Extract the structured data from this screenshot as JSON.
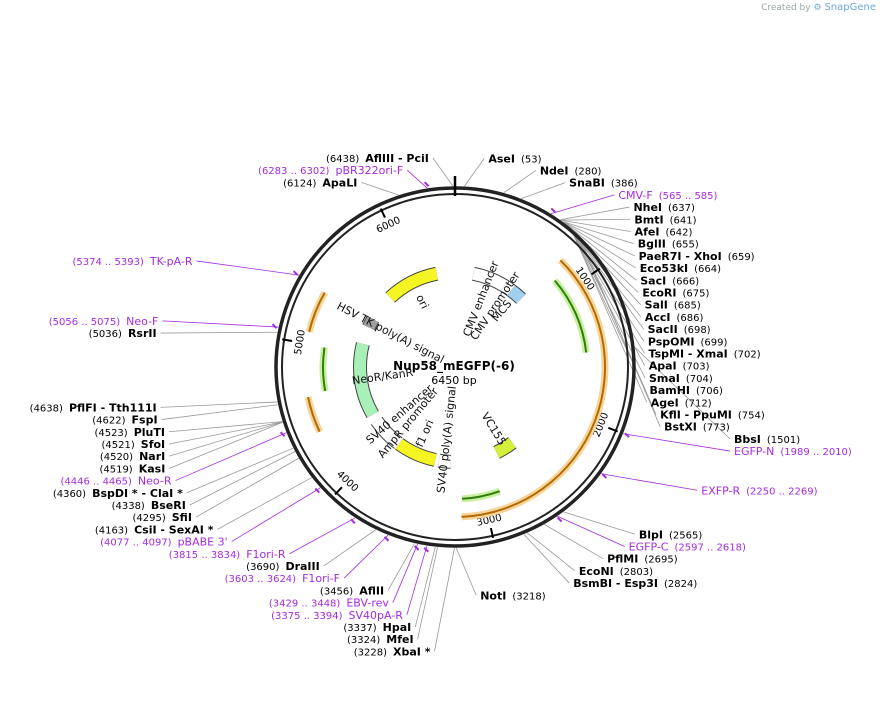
{
  "credit": {
    "text": "Created by",
    "brand": "SnapGene"
  },
  "plasmid": {
    "name": "Nup58_mEGFP(-6)",
    "length_label": "6450 bp",
    "length": 6450
  },
  "ticks": [
    {
      "pos": 1000,
      "label": "1000"
    },
    {
      "pos": 2000,
      "label": "2000"
    },
    {
      "pos": 3000,
      "label": "3000"
    },
    {
      "pos": 4000,
      "label": "4000"
    },
    {
      "pos": 5000,
      "label": "5000"
    },
    {
      "pos": 6000,
      "label": "6000"
    }
  ],
  "enzymes": [
    {
      "name": "AseI",
      "pos": "(53)",
      "site": 53,
      "side": "R"
    },
    {
      "name": "NdeI",
      "pos": "(280)",
      "site": 280,
      "side": "R"
    },
    {
      "name": "SnaBI",
      "pos": "(386)",
      "site": 386,
      "side": "R"
    },
    {
      "name": "NheI",
      "pos": "(637)",
      "site": 637,
      "side": "R"
    },
    {
      "name": "BmtI",
      "pos": "(641)",
      "site": 641,
      "side": "R"
    },
    {
      "name": "AfeI",
      "pos": "(642)",
      "site": 642,
      "side": "R"
    },
    {
      "name": "BglII",
      "pos": "(655)",
      "site": 655,
      "side": "R"
    },
    {
      "name": "PaeR7I - XhoI",
      "pos": "(659)",
      "site": 659,
      "side": "R"
    },
    {
      "name": "Eco53kI",
      "pos": "(664)",
      "site": 664,
      "side": "R"
    },
    {
      "name": "SacI",
      "pos": "(666)",
      "site": 666,
      "side": "R"
    },
    {
      "name": "EcoRI",
      "pos": "(675)",
      "site": 675,
      "side": "R"
    },
    {
      "name": "SalI",
      "pos": "(685)",
      "site": 685,
      "side": "R"
    },
    {
      "name": "AccI",
      "pos": "(686)",
      "site": 686,
      "side": "R"
    },
    {
      "name": "SacII",
      "pos": "(698)",
      "site": 698,
      "side": "R"
    },
    {
      "name": "PspOMI",
      "pos": "(699)",
      "site": 699,
      "side": "R"
    },
    {
      "name": "TspMI - XmaI",
      "pos": "(702)",
      "site": 702,
      "side": "R"
    },
    {
      "name": "ApaI",
      "pos": "(703)",
      "site": 703,
      "side": "R"
    },
    {
      "name": "SmaI",
      "pos": "(704)",
      "site": 704,
      "side": "R"
    },
    {
      "name": "BamHI",
      "pos": "(706)",
      "site": 706,
      "side": "R"
    },
    {
      "name": "AgeI",
      "pos": "(712)",
      "site": 712,
      "side": "R"
    },
    {
      "name": "KflI - PpuMI",
      "pos": "(754)",
      "site": 754,
      "side": "R"
    },
    {
      "name": "BstXI",
      "pos": "(773)",
      "site": 773,
      "side": "R"
    },
    {
      "name": "BbsI",
      "pos": "(1501)",
      "site": 1501,
      "side": "R"
    },
    {
      "name": "BlpI",
      "pos": "(2565)",
      "site": 2565,
      "side": "R"
    },
    {
      "name": "PflMI",
      "pos": "(2695)",
      "site": 2695,
      "side": "R"
    },
    {
      "name": "EcoNI",
      "pos": "(2803)",
      "site": 2803,
      "side": "R"
    },
    {
      "name": "BsmBI - Esp3I",
      "pos": "(2824)",
      "site": 2824,
      "side": "R"
    },
    {
      "name": "NotI",
      "pos": "(3218)",
      "site": 3218,
      "side": "R"
    },
    {
      "name": "XbaI *",
      "pos": "(3228)",
      "site": 3228,
      "side": "L"
    },
    {
      "name": "MfeI",
      "pos": "(3324)",
      "site": 3324,
      "side": "L"
    },
    {
      "name": "HpaI",
      "pos": "(3337)",
      "site": 3337,
      "side": "L"
    },
    {
      "name": "AflII",
      "pos": "(3456)",
      "site": 3456,
      "side": "L"
    },
    {
      "name": "DraIII",
      "pos": "(3690)",
      "site": 3690,
      "side": "L"
    },
    {
      "name": "CsiI - SexAI *",
      "pos": "(4163)",
      "site": 4163,
      "side": "L"
    },
    {
      "name": "SfiI",
      "pos": "(4295)",
      "site": 4295,
      "side": "L"
    },
    {
      "name": "BseRI",
      "pos": "(4338)",
      "site": 4338,
      "side": "L"
    },
    {
      "name": "BspDI * - ClaI *",
      "pos": "(4360)",
      "site": 4360,
      "side": "L"
    },
    {
      "name": "KasI",
      "pos": "(4519)",
      "site": 4519,
      "side": "L"
    },
    {
      "name": "NarI",
      "pos": "(4520)",
      "site": 4520,
      "side": "L"
    },
    {
      "name": "SfoI",
      "pos": "(4521)",
      "site": 4521,
      "side": "L"
    },
    {
      "name": "PluTI",
      "pos": "(4523)",
      "site": 4523,
      "side": "L"
    },
    {
      "name": "FspI",
      "pos": "(4622)",
      "site": 4622,
      "side": "L"
    },
    {
      "name": "PflFI - Tth111I",
      "pos": "(4638)",
      "site": 4638,
      "side": "L"
    },
    {
      "name": "RsrII",
      "pos": "(5036)",
      "site": 5036,
      "side": "L"
    },
    {
      "name": "ApaLI",
      "pos": "(6124)",
      "site": 6124,
      "side": "L"
    },
    {
      "name": "AflIII - PciI",
      "pos": "(6438)",
      "site": 6438,
      "side": "L"
    }
  ],
  "primers": [
    {
      "name": "CMV-F",
      "pos": "(565 .. 585)",
      "site": 575,
      "side": "R"
    },
    {
      "name": "EGFP-N",
      "pos": "(1989 .. 2010)",
      "site": 2000,
      "side": "R"
    },
    {
      "name": "EXFP-R",
      "pos": "(2250 .. 2269)",
      "site": 2260,
      "side": "R"
    },
    {
      "name": "EGFP-C",
      "pos": "(2597 .. 2618)",
      "site": 2608,
      "side": "R"
    },
    {
      "name": "SV40pA-R",
      "pos": "(3375 .. 3394)",
      "site": 3385,
      "side": "L"
    },
    {
      "name": "EBV-rev",
      "pos": "(3429 .. 3448)",
      "site": 3439,
      "side": "L"
    },
    {
      "name": "F1ori-F",
      "pos": "(3603 .. 3624)",
      "site": 3614,
      "side": "L"
    },
    {
      "name": "F1ori-R",
      "pos": "(3815 .. 3834)",
      "site": 3825,
      "side": "L"
    },
    {
      "name": "pBABE 3'",
      "pos": "(4077 .. 4097)",
      "site": 4087,
      "side": "L"
    },
    {
      "name": "Neo-R",
      "pos": "(4446 .. 4465)",
      "site": 4456,
      "side": "L"
    },
    {
      "name": "Neo-F",
      "pos": "(5056 .. 5075)",
      "site": 5066,
      "side": "L"
    },
    {
      "name": "TK-pA-R",
      "pos": "(5374 .. 5393)",
      "site": 5384,
      "side": "L"
    },
    {
      "name": "pBR322ori-F",
      "pos": "(6283 .. 6302)",
      "site": 6292,
      "side": "L"
    }
  ],
  "features": [
    {
      "label": "CMV enhancer",
      "color": "#ffffff",
      "start": 200,
      "end": 560
    },
    {
      "label": "CMV promoter",
      "color": "#ffffff",
      "start": 560,
      "end": 650
    },
    {
      "label": "MCS",
      "color": "#a0d0f0",
      "start": 650,
      "end": 790
    },
    {
      "label": "VC155",
      "color": "#d4f03c",
      "start": 2560,
      "end": 2760
    },
    {
      "label": "SV40 poly(A) signal",
      "color": "#ffffff",
      "start": 3270,
      "end": 3400
    },
    {
      "label": "f1 ori",
      "color": "#f5f524",
      "start": 3440,
      "end": 3870
    },
    {
      "label": "AmpR promoter",
      "color": "#ffffff",
      "start": 3880,
      "end": 3990
    },
    {
      "label": "SV40 enhancer",
      "color": "#ffffff",
      "start": 3990,
      "end": 4220
    },
    {
      "label": "NeoR/KanR",
      "color": "#a8f0b8",
      "start": 4300,
      "end": 5090
    },
    {
      "label": "HSV TK poly(A) signal",
      "color": "#a0a0a0",
      "start": 5280,
      "end": 5380
    },
    {
      "label": "ori",
      "color": "#f5f524",
      "start": 5680,
      "end": 6250
    }
  ],
  "orange_arcs": [
    {
      "start": 800,
      "end": 3180
    },
    {
      "start": 4380,
      "end": 4630
    },
    {
      "start": 5080,
      "end": 5370
    }
  ],
  "green_arcs": [
    {
      "start": 880,
      "end": 1500
    },
    {
      "start": 2870,
      "end": 3170
    },
    {
      "start": 4650,
      "end": 4990
    }
  ]
}
